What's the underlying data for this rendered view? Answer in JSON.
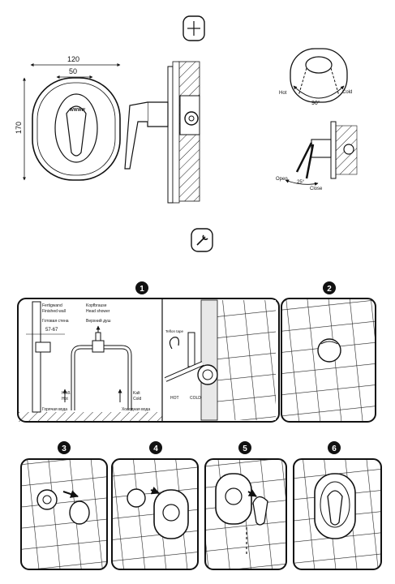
{
  "dimensions": {
    "width_label": "120",
    "handle_width_label": "50",
    "height_label": "170"
  },
  "rotation": {
    "hot": "Hot",
    "cold": "Cold",
    "angle": "90°"
  },
  "lever": {
    "open": "Open",
    "close": "Close",
    "angle": "25°"
  },
  "steps": {
    "s1": "1",
    "s2": "2",
    "s3": "3",
    "s4": "4",
    "s5": "5",
    "s6": "6"
  },
  "step1": {
    "wall_de": "Fertigwand",
    "wall_en": "Finished wall",
    "wall_ru": "Готовая стена",
    "depth": "57-67",
    "shower_de": "Kopfbrause",
    "shower_en": "Head shower",
    "shower_ru": "Верхний душ",
    "hot_de": "Heiß",
    "hot_en": "Hot",
    "hot_ru": "Горячая вода",
    "cold_de": "Kalt",
    "cold_en": "Cold",
    "cold_ru": "Холодная вода",
    "teflon": "Teflon tape",
    "pipe_hot": "HOT",
    "pipe_cold": "COLD"
  },
  "brand": "WWWW"
}
